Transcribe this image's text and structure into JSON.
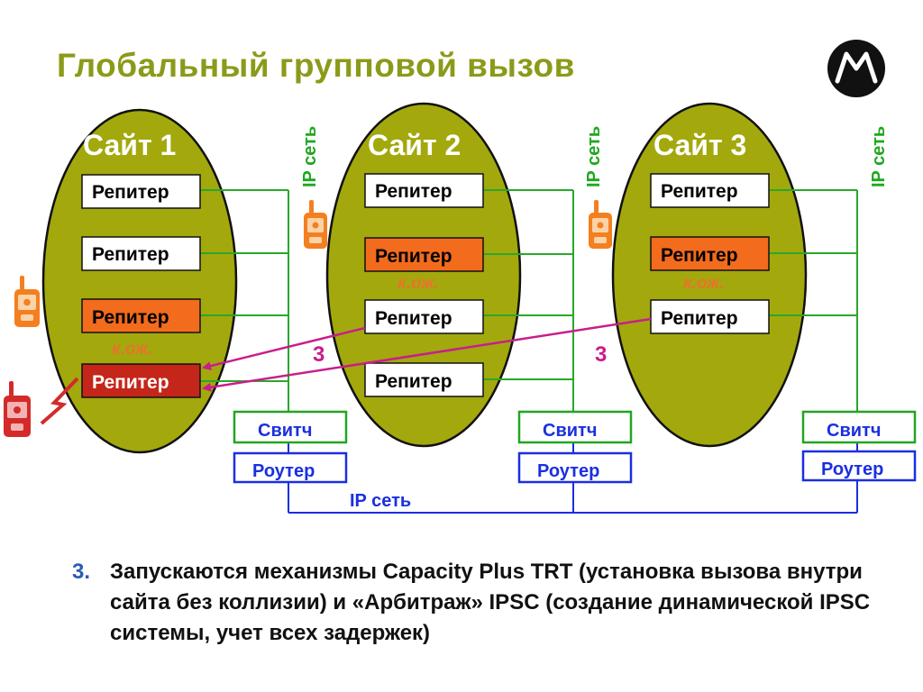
{
  "title": "Глобальный групповой вызов",
  "colors": {
    "title": "#8c9a1a",
    "site_fill": "#a3a80d",
    "repeater_orange": "#f36b1c",
    "repeater_red": "#c4261a",
    "switch_border": "#22a522",
    "router_border": "#1a2fe0",
    "link_line": "#2aa82a",
    "call_arrow": "#c81e8c",
    "kozh_text": "#e8742b",
    "radio_orange": "#f47f20",
    "radio_red": "#d42a2a"
  },
  "sites": [
    {
      "label": "Сайт 1",
      "repeaters": [
        {
          "label": "Репитер",
          "state": "normal"
        },
        {
          "label": "Репитер",
          "state": "normal"
        },
        {
          "label": "Репитер",
          "state": "orange"
        },
        {
          "label": "Репитер",
          "state": "red"
        }
      ],
      "kozh_label": "к.ож.",
      "switch_label": "Свитч",
      "router_label": "Роутер",
      "ip_label": "IP сеть"
    },
    {
      "label": "Сайт 2",
      "repeaters": [
        {
          "label": "Репитер",
          "state": "normal"
        },
        {
          "label": "Репитер",
          "state": "orange"
        },
        {
          "label": "Репитер",
          "state": "normal"
        },
        {
          "label": "Репитер",
          "state": "normal"
        }
      ],
      "kozh_label": "к.ож.",
      "switch_label": "Свитч",
      "router_label": "Роутер",
      "ip_label": "IP сеть"
    },
    {
      "label": "Сайт 3",
      "repeaters": [
        {
          "label": "Репитер",
          "state": "normal"
        },
        {
          "label": "Репитер",
          "state": "orange"
        },
        {
          "label": "Репитер",
          "state": "normal"
        }
      ],
      "kozh_label": "к.ож.",
      "switch_label": "Свитч",
      "router_label": "Роутер",
      "ip_label": "IP сеть"
    }
  ],
  "arrow_labels": [
    "3",
    "3"
  ],
  "backbone_label": "IP сеть",
  "note": {
    "number": "3.",
    "text": "Запускаются механизмы Capacity Plus TRT (установка вызова внутри сайта без коллизии) и «Арбитраж» IPSC (создание динамической IPSC системы, учет всех задержек)"
  },
  "icons": {
    "logo": "motorola-logo-icon",
    "radio": "radio-icon",
    "interference": "lightning-icon"
  }
}
